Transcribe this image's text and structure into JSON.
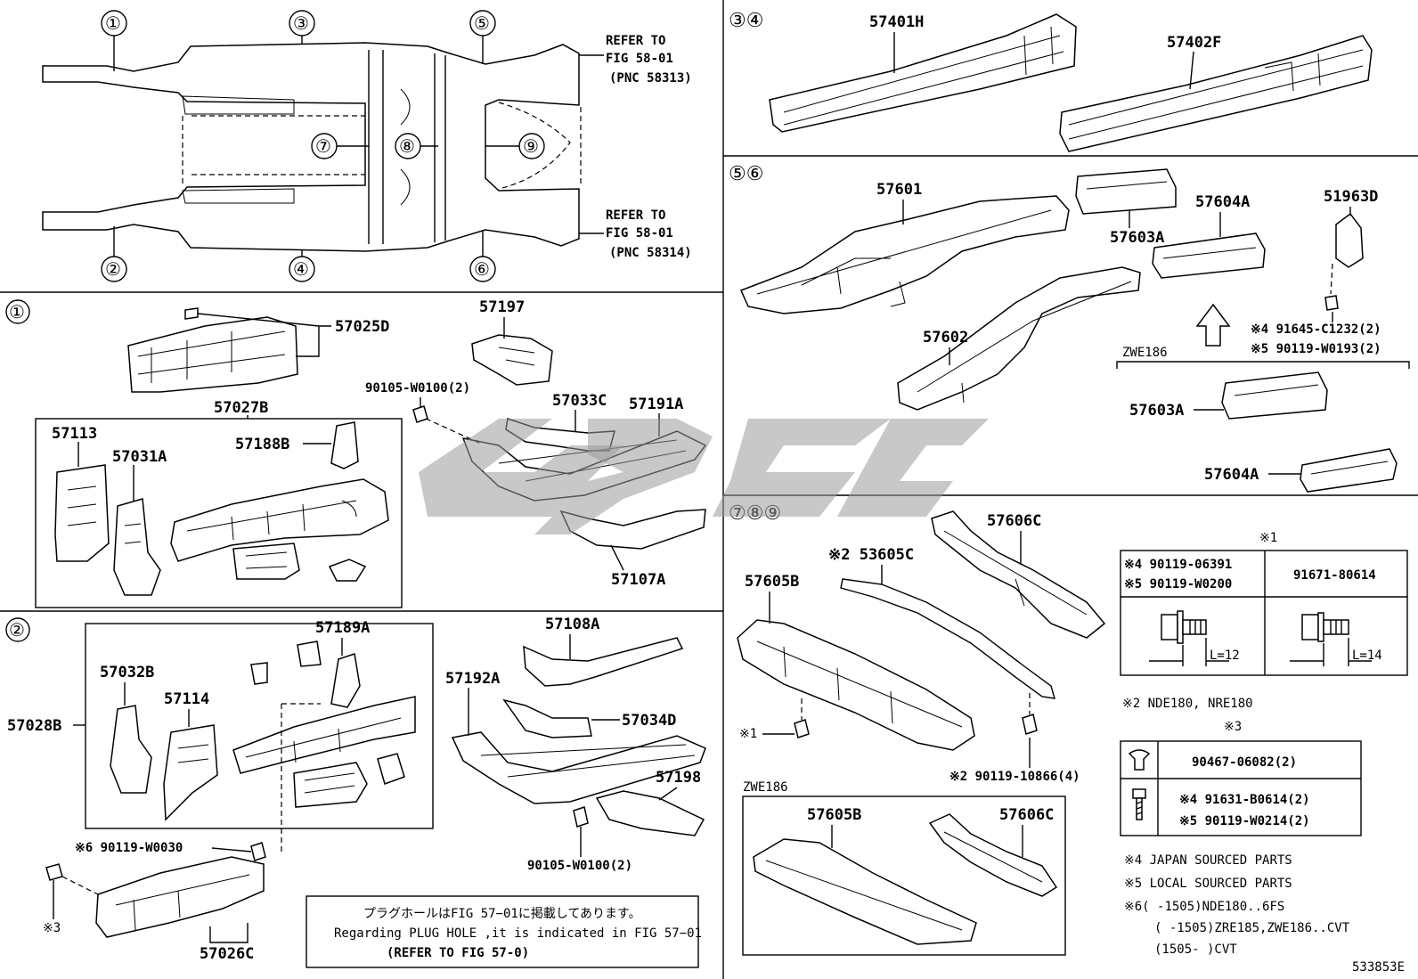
{
  "circled": {
    "n1": "①",
    "n2": "②",
    "n3": "③",
    "n4": "④",
    "n5": "⑤",
    "n6": "⑥",
    "n7": "⑦",
    "n8": "⑧",
    "n9": "⑨"
  },
  "overview": {
    "refer_top": [
      "REFER TO",
      "FIG 58-01",
      "(PNC 58313)"
    ],
    "refer_bottom": [
      "REFER TO",
      "FIG 58-01",
      "(PNC 58314)"
    ]
  },
  "panel1": {
    "header": "①",
    "parts": [
      "57025D",
      "57197",
      "90105-W0100(2)",
      "57027B",
      "57113",
      "57031A",
      "57188B",
      "57033C",
      "57191A",
      "57107A"
    ]
  },
  "panel2": {
    "header": "②",
    "parts": [
      "57189A",
      "57032B",
      "57114",
      "57028B",
      "57108A",
      "57192A",
      "57034D",
      "57198",
      "90105-W0100(2)",
      "※6 90119-W0030",
      "57026C",
      "※3"
    ]
  },
  "plug_note": {
    "line1": "プラグホールはFIG 57−01に掲載してあります。",
    "line2": "Regarding PLUG HOLE ,it is indicated in FIG 57−01",
    "line3": "(REFER TO FIG 57-0)"
  },
  "panel34": {
    "header": "③④",
    "parts": [
      "57401H",
      "57402F"
    ]
  },
  "panel56": {
    "header": "⑤⑥",
    "parts": [
      "57601",
      "57603A",
      "57604A",
      "51963D",
      "57602"
    ],
    "fastener1": "※4 91645-C1232(2)",
    "fastener2": "※5 90119-W0193(2)",
    "variant_label": "ZWE186",
    "variant_parts": [
      "57603A",
      "57604A"
    ]
  },
  "panel789": {
    "header": "⑦⑧⑨",
    "parts": [
      "※2 53605C",
      "57606C",
      "57605B",
      "※1",
      "※2 90119-10866(4)"
    ],
    "variant_label": "ZWE186",
    "variant_parts": [
      "57605B",
      "57606C"
    ]
  },
  "note1": {
    "title": "※1",
    "col1": [
      "※4 90119-06391",
      "※5 90119-W0200"
    ],
    "col2": "91671-80614",
    "dim1": "L=12",
    "dim2": "L=14"
  },
  "note2": "※2 NDE180, NRE180",
  "note3": {
    "title": "※3",
    "row1": "90467-06082(2)",
    "row2": [
      "※4 91631-B0614(2)",
      "※5 90119-W0214(2)"
    ]
  },
  "legend": {
    "n4": "※4 JAPAN SOURCED PARTS",
    "n5": "※5 LOCAL SOURCED PARTS",
    "n6a": "※6(      -1505)NDE180..6FS",
    "n6b": "(      -1505)ZRE185,ZWE186..CVT",
    "n6c": "(1505-      )CVT"
  },
  "figure_id": "533853E"
}
